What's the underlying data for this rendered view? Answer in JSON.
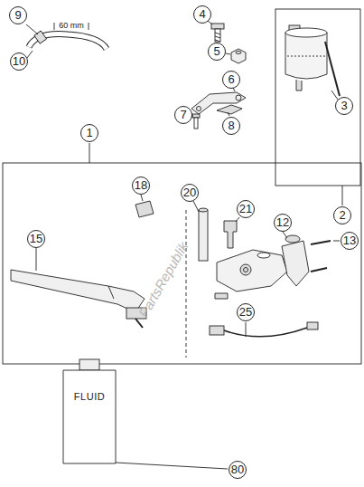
{
  "diagram": {
    "labels": [
      "9",
      "60 mm",
      "10",
      "4",
      "5",
      "3",
      "2",
      "6",
      "7",
      "8",
      "1",
      "18",
      "20",
      "21",
      "12",
      "13",
      "15",
      "25",
      "80",
      "FLUID",
      "PartsRepublik"
    ]
  }
}
